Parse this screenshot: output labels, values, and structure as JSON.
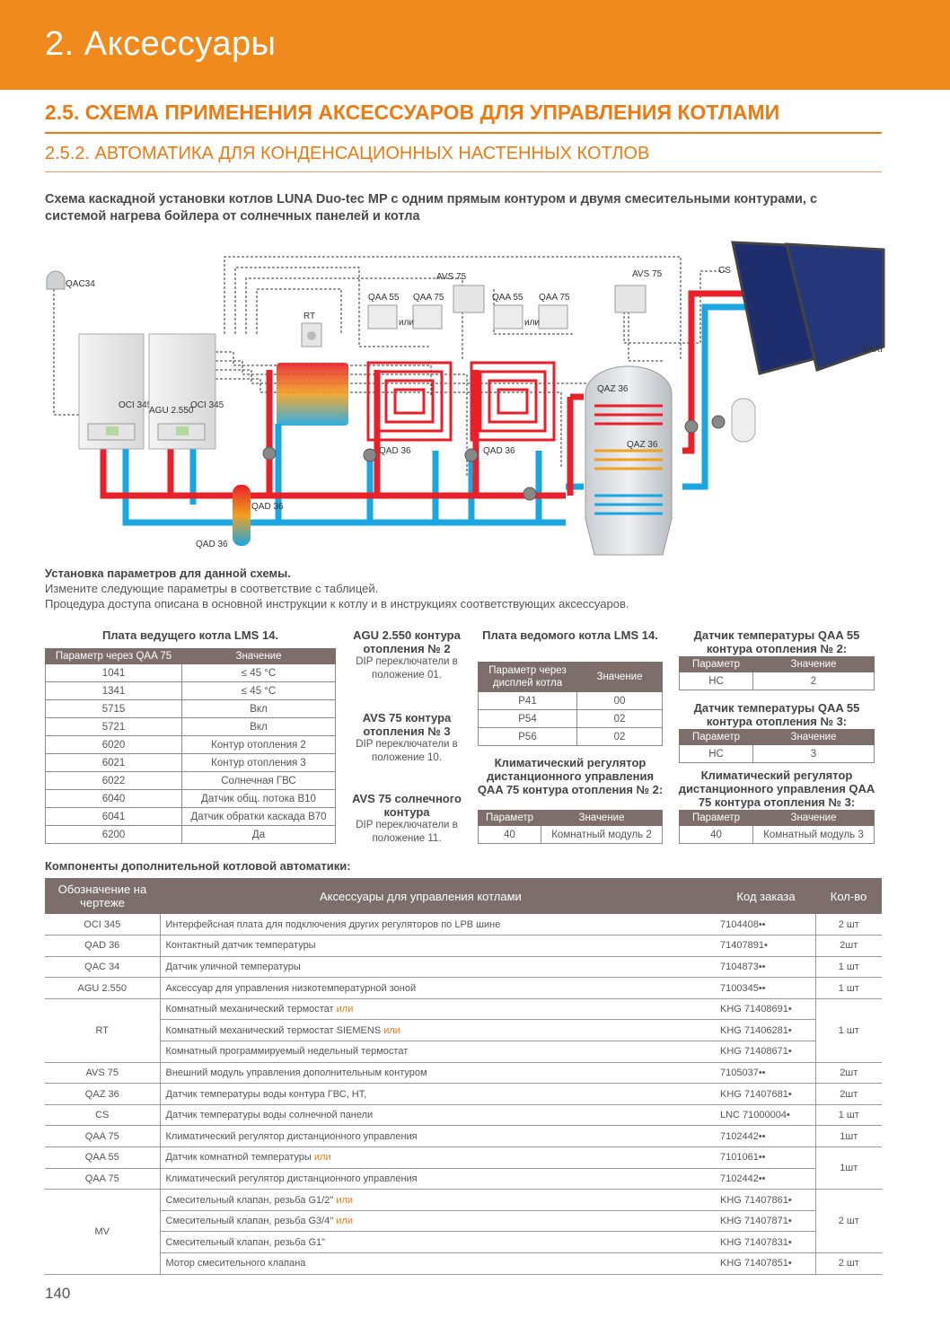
{
  "header": {
    "chapter": "2. Аксессуары"
  },
  "section": {
    "title": "2.5. СХЕМА ПРИМЕНЕНИЯ АКСЕССУАРОВ ДЛЯ УПРАВЛЕНИЯ КОТЛАМИ",
    "subtitle": "2.5.2. АВТОМАТИКА ДЛЯ КОНДЕНСАЦИОННЫХ НАСТЕННЫХ КОТЛОВ",
    "scheme_caption": "Схема каскадной установки котлов LUNA Duo-tec MP с одним прямым контуром и двумя смесительными контурами, с системой нагрева бойлера от солнечных панелей и котла"
  },
  "diagram": {
    "labels": {
      "qac34": "QAC34",
      "rt": "RT",
      "avs75": "AVS 75",
      "qaa55": "QAA 55",
      "qaa75": "QAA 75",
      "ili": "или",
      "cs": "CS",
      "qaz36": "QAZ 36",
      "qad36": "QAD 36",
      "oci345": "OCI 345",
      "agu2550": "AGU 2.550",
      "baxi": "BAXI"
    },
    "colors": {
      "hot": "#e8202a",
      "cold": "#1aa6e0",
      "panel": "#1e2d6e",
      "wire": "#333333"
    }
  },
  "params": {
    "heading": "Установка параметров для данной схемы.",
    "line1": "Измените следующие параметры в соответствие с таблицей.",
    "line2": "Процедура доступа описана в основной инструкции к котлу и в инструкциях соответствующих аксессуаров."
  },
  "lms_master": {
    "title": "Плата ведущего котла LMS 14.",
    "col1": "Параметр через QAA 75",
    "col2": "Значение",
    "rows": [
      [
        "1041",
        "≤ 45 °C"
      ],
      [
        "1341",
        "≤ 45 °C"
      ],
      [
        "5715",
        "Вкл"
      ],
      [
        "5721",
        "Вкл"
      ],
      [
        "6020",
        "Контур отопления 2"
      ],
      [
        "6021",
        "Контур отопления 3"
      ],
      [
        "6022",
        "Солнечная ГВС"
      ],
      [
        "6040",
        "Датчик общ. потока B10"
      ],
      [
        "6041",
        "Датчик обратки каскада B70"
      ],
      [
        "6200",
        "Да"
      ]
    ]
  },
  "mid_notes": [
    {
      "title": "AGU 2.550 контура отопления № 2",
      "note": "DIP переключатели в положение 01."
    },
    {
      "title": "AVS 75 контура отопления № 3",
      "note": "DIP переключатели в положение 10."
    },
    {
      "title": "AVS 75 солнечного контура",
      "note": "DIP переключатели в положение 11."
    }
  ],
  "lms_slave": {
    "title": "Плата ведомого котла LMS 14.",
    "col1": "Параметр через дисплей котла",
    "col2": "Значение",
    "rows": [
      [
        "P41",
        "00"
      ],
      [
        "P54",
        "02"
      ],
      [
        "P56",
        "02"
      ]
    ]
  },
  "qaa75_c2": {
    "title": "Климатический регулятор дистанционного управления QAA 75 контура отопления № 2:",
    "col1": "Параметр",
    "col2": "Значение",
    "rows": [
      [
        "40",
        "Комнатный модуль 2"
      ]
    ]
  },
  "qaa55_c2": {
    "title": "Датчик температуры QAA 55 контура отопления № 2:",
    "col1": "Параметр",
    "col2": "Значение",
    "rows": [
      [
        "HC",
        "2"
      ]
    ]
  },
  "qaa55_c3": {
    "title": "Датчик температуры QAA 55 контура отопления № 3:",
    "col1": "Параметр",
    "col2": "Значение",
    "rows": [
      [
        "HC",
        "3"
      ]
    ]
  },
  "qaa75_c3": {
    "title": "Климатический регулятор дистанционного управления QAA 75 контура отопления № 3:",
    "col1": "Параметр",
    "col2": "Значение",
    "rows": [
      [
        "40",
        "Комнатный модуль 3"
      ]
    ]
  },
  "components": {
    "title": "Компоненты дополнительной котловой автоматики:",
    "headers": [
      "Обозначение на чертеже",
      "Аксессуары для управления котлами",
      "Код заказа",
      "Кол-во"
    ],
    "or_word": "или",
    "rows": [
      {
        "mark": "OCI 345",
        "desc": "Интерфейсная плата для подключения других регуляторов по LPB шине",
        "code": "7104408••",
        "qty": "2 шт"
      },
      {
        "mark": "QAD 36",
        "desc": "Контактный датчик температуры",
        "code": "71407891•",
        "qty": "2шт"
      },
      {
        "mark": "QAC 34",
        "desc": "Датчик уличной температуры",
        "code": "7104873••",
        "qty": "1 шт"
      },
      {
        "mark": "AGU 2.550",
        "desc": "Аксессуар для управления низкотемпературной зоной",
        "code": "7100345••",
        "qty": "1 шт"
      },
      {
        "mark": "RT",
        "desc": "Комнатный механический термостат",
        "code": "KHG 71408691•",
        "qty": "1 шт"
      },
      {
        "desc": "Комнатный механический термостат SIEMENS",
        "code": "KHG 71406281•"
      },
      {
        "desc": "Комнатный программируемый недельный термостат",
        "code": "KHG 71408671•"
      },
      {
        "mark": "AVS 75",
        "desc": "Внешний модуль управления дополнительным контуром",
        "code": "7105037••",
        "qty": "2шт"
      },
      {
        "mark": "QAZ 36",
        "desc": "Датчик температуры воды контура ГВС, НТ,",
        "code": "KHG 71407681•",
        "qty": "2шт"
      },
      {
        "mark": "CS",
        "desc": "Датчик температуры воды солнечной панели",
        "code": "LNC 71000004•",
        "qty": "1 шт"
      },
      {
        "mark": "QAA 75",
        "desc": "Климатический регулятор дистанционного управления",
        "code": "7102442••",
        "qty": "1шт"
      },
      {
        "mark": "QAA 55",
        "desc": "Датчик комнатной температуры",
        "code": "7101061••",
        "qty": "1шт"
      },
      {
        "mark": "QAA 75",
        "desc": "Климатический регулятор дистанционного управления",
        "code": "7102442••"
      },
      {
        "mark": "MV",
        "desc": "Смесительный клапан, резьба G1/2\"",
        "code": "KHG 71407861•",
        "qty": "2 шт"
      },
      {
        "desc": "Смесительный клапан, резьба G3/4\"",
        "code": "KHG 71407871•"
      },
      {
        "desc": "Смесительный клапан, резьба G1\"",
        "code": "KHG 71407831•"
      },
      {
        "desc": "Мотор смесительного клапана",
        "code": "KHG 71407851•",
        "qty": "2 шт"
      }
    ]
  },
  "page_number": "140"
}
